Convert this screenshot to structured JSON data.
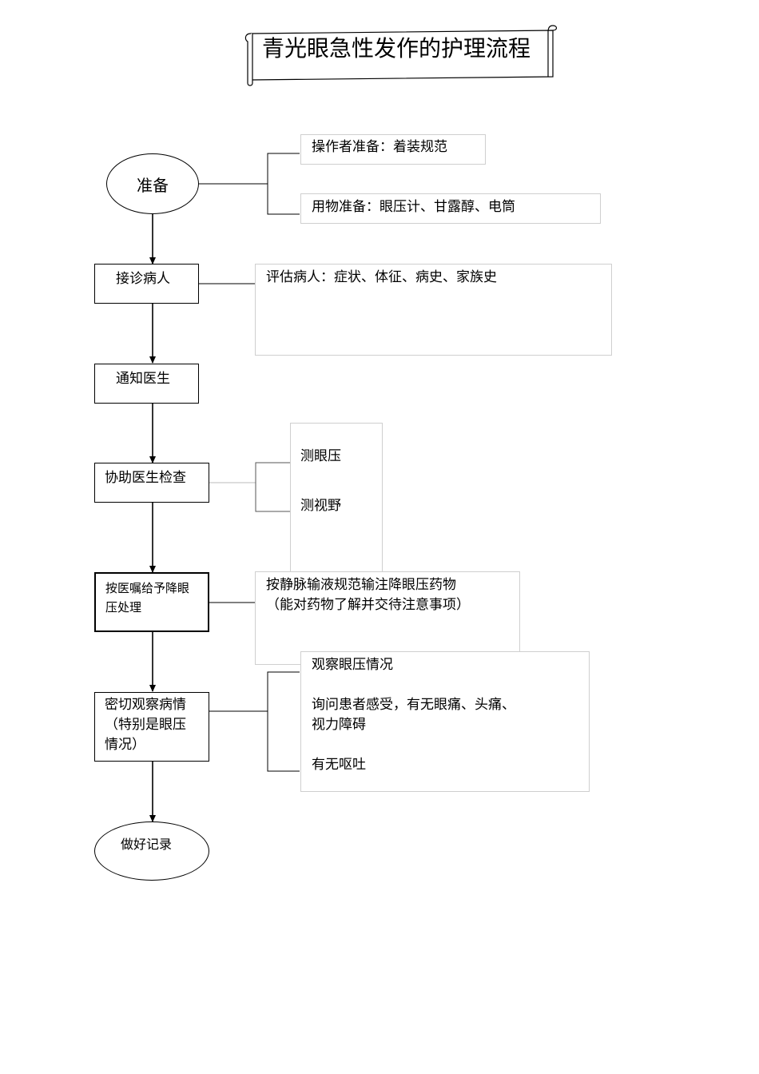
{
  "title": "青光眼急性发作的护理流程",
  "steps": {
    "prepare": "准备",
    "receive": "接诊病人",
    "notify": "通知医生",
    "assist": "协助医生检查",
    "treat": "按医嘱给予降眼压处理",
    "observe": "密切观察病情（特别是眼压情况）",
    "record": "做好记录"
  },
  "notes": {
    "operator_prep": "操作者准备：着装规范",
    "supplies_prep": "用物准备：眼压计、甘露醇、电筒",
    "assess": "评估病人：症状、体征、病史、家族史",
    "measure_iop": "测眼压",
    "measure_field": "测视野",
    "iv_line1": "按静脉输液规范输注降眼压药物",
    "iv_line2": "（能对药物了解并交待注意事项）",
    "obs_iop": "观察眼压情况",
    "ask_line1": "询问患者感受，有无眼痛、头痛、",
    "ask_line2": "视力障碍",
    "vomit": "有无呕吐"
  }
}
